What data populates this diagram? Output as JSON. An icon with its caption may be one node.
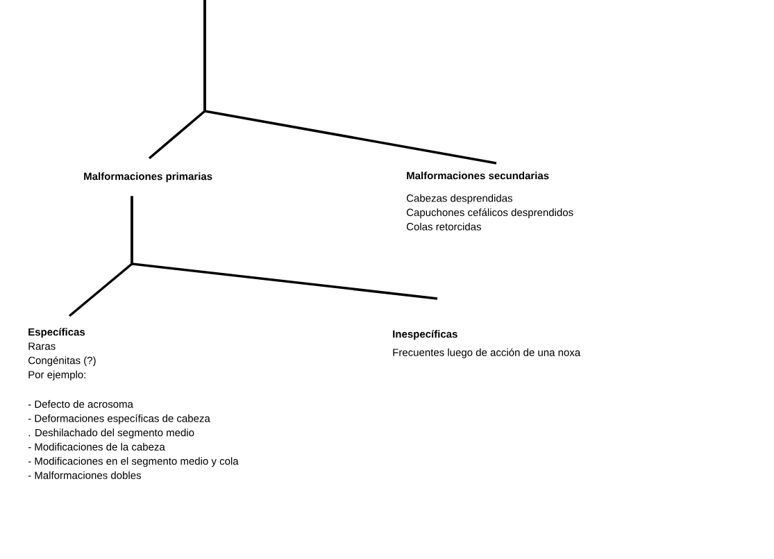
{
  "diagram": {
    "nodes": [
      {
        "text": [
          "Malformaciones primarias"
        ]
      },
      {
        "text": [
          "Malformaciones secundarias",
          "Cabezas desprendidas",
          "Capuchones cefálicos desprendidos",
          "Colas retorcidas"
        ]
      },
      {
        "text": [
          "Específicas",
          "Raras",
          "Congénitas (?)",
          "Por ejemplo:",
          "- Defecto de acrosoma",
          "- Deformaciones específicas de cabeza",
          ". Deshilachado del segmento medio",
          "- Modificaciones de la cabeza",
          "- Modificaciones en el segmento medio y cola",
          "- Malformaciones dobles"
        ]
      },
      {
        "text": [
          "Inespecíficas",
          "Frecuentes luego de acción de una noxa"
        ]
      }
    ],
    "edges": [
      {
        "from": null,
        "to": 0,
        "arrow": "none"
      },
      {
        "from": null,
        "to": 1,
        "arrow": "none"
      },
      {
        "from": 0,
        "to": 2,
        "arrow": "none"
      },
      {
        "from": 0,
        "to": 3,
        "arrow": "none"
      }
    ]
  }
}
